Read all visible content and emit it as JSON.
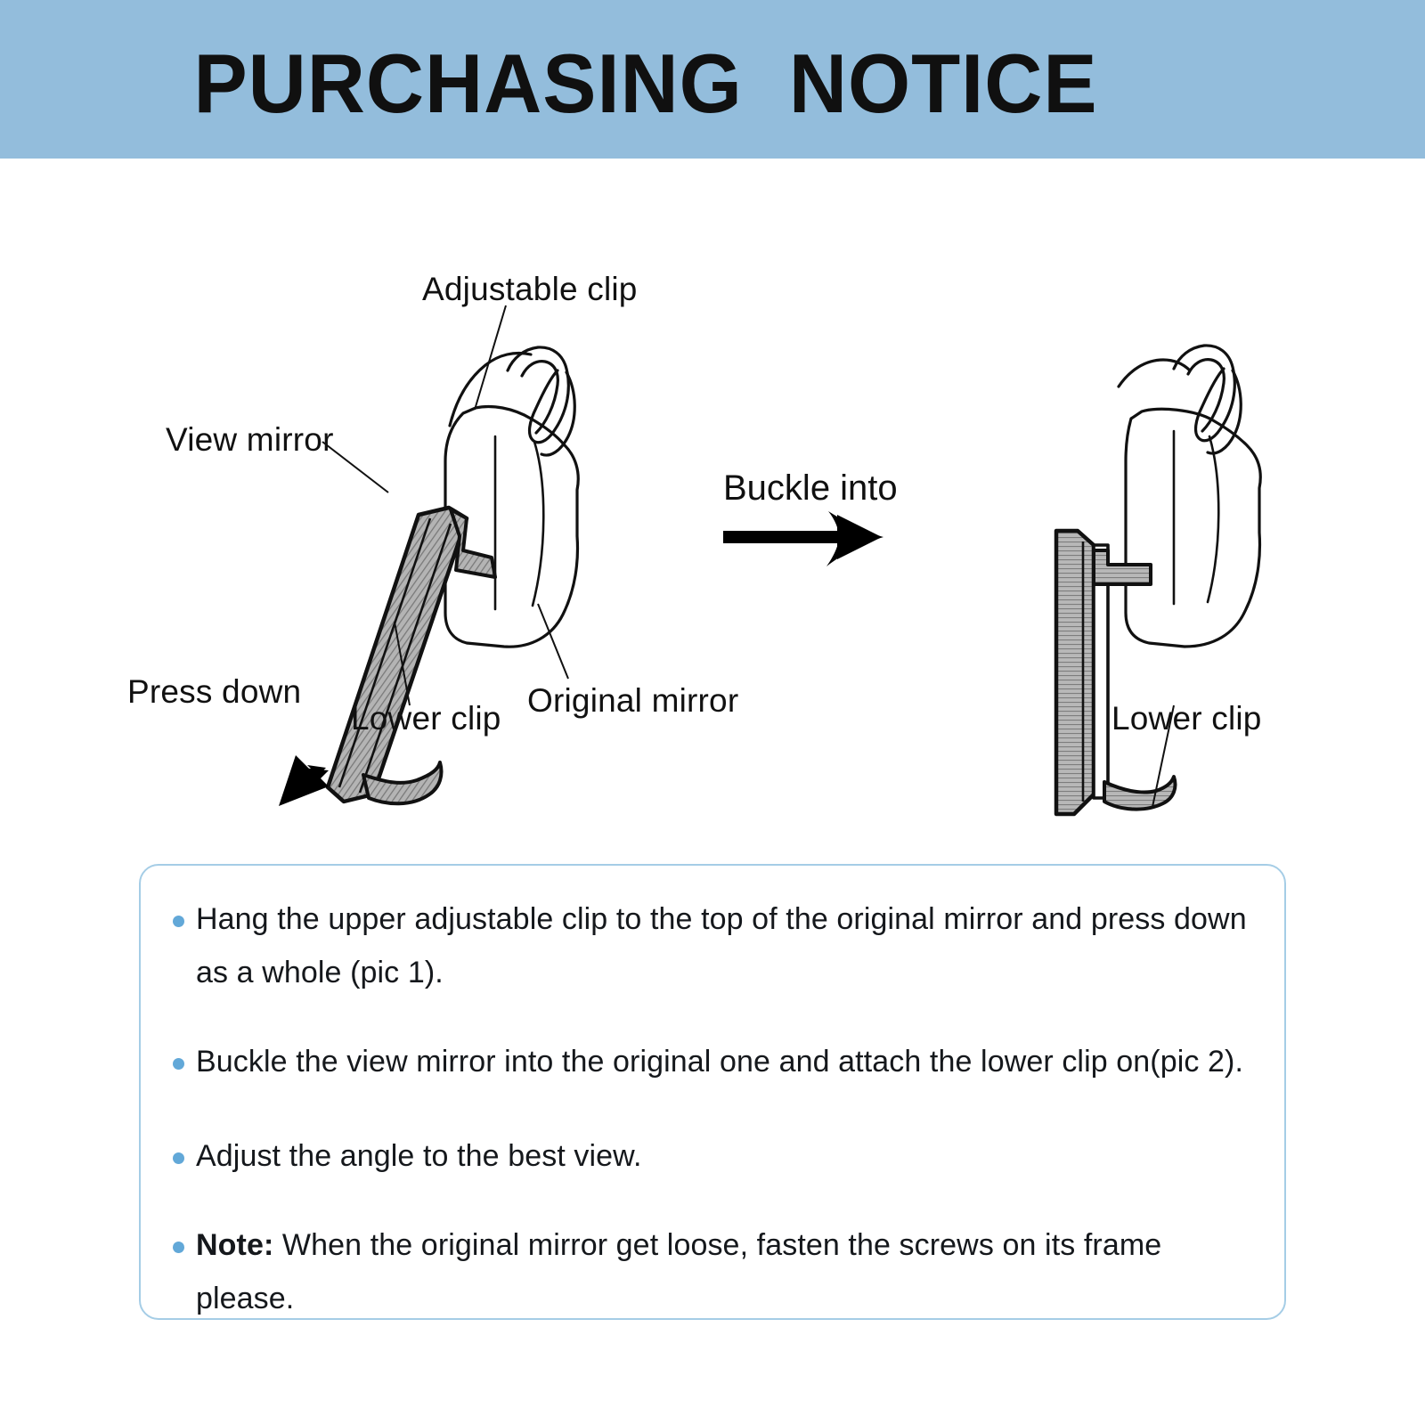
{
  "header": {
    "title": "PURCHASING  NOTICE",
    "bg_color": "#93bddc",
    "text_color": "#101010"
  },
  "diagram": {
    "labels": {
      "adjustable_clip": "Adjustable clip",
      "view_mirror": "View mirror",
      "press_down": "Press down",
      "lower_clip_left": "Lower clip",
      "original_mirror": "Original mirror",
      "lower_clip_right": "Lower clip"
    },
    "transition": {
      "caption": "Buckle into"
    },
    "colors": {
      "mirror_fill": "#a5a5a5",
      "outline": "#111111",
      "arrow": "#000000"
    }
  },
  "notice": {
    "border_color": "#a5cde6",
    "bullet_color": "#62a8d8",
    "items": [
      {
        "text": "Hang the upper adjustable clip to the top of the original mirror and press down as a whole (pic 1)."
      },
      {
        "text": "Buckle the view mirror into the original one and attach the lower clip on(pic 2)."
      },
      {
        "text": "Adjust the angle to the best view."
      },
      {
        "lead": "Note:",
        "text": " When the original mirror get loose, fasten the screws on its frame please."
      }
    ]
  }
}
